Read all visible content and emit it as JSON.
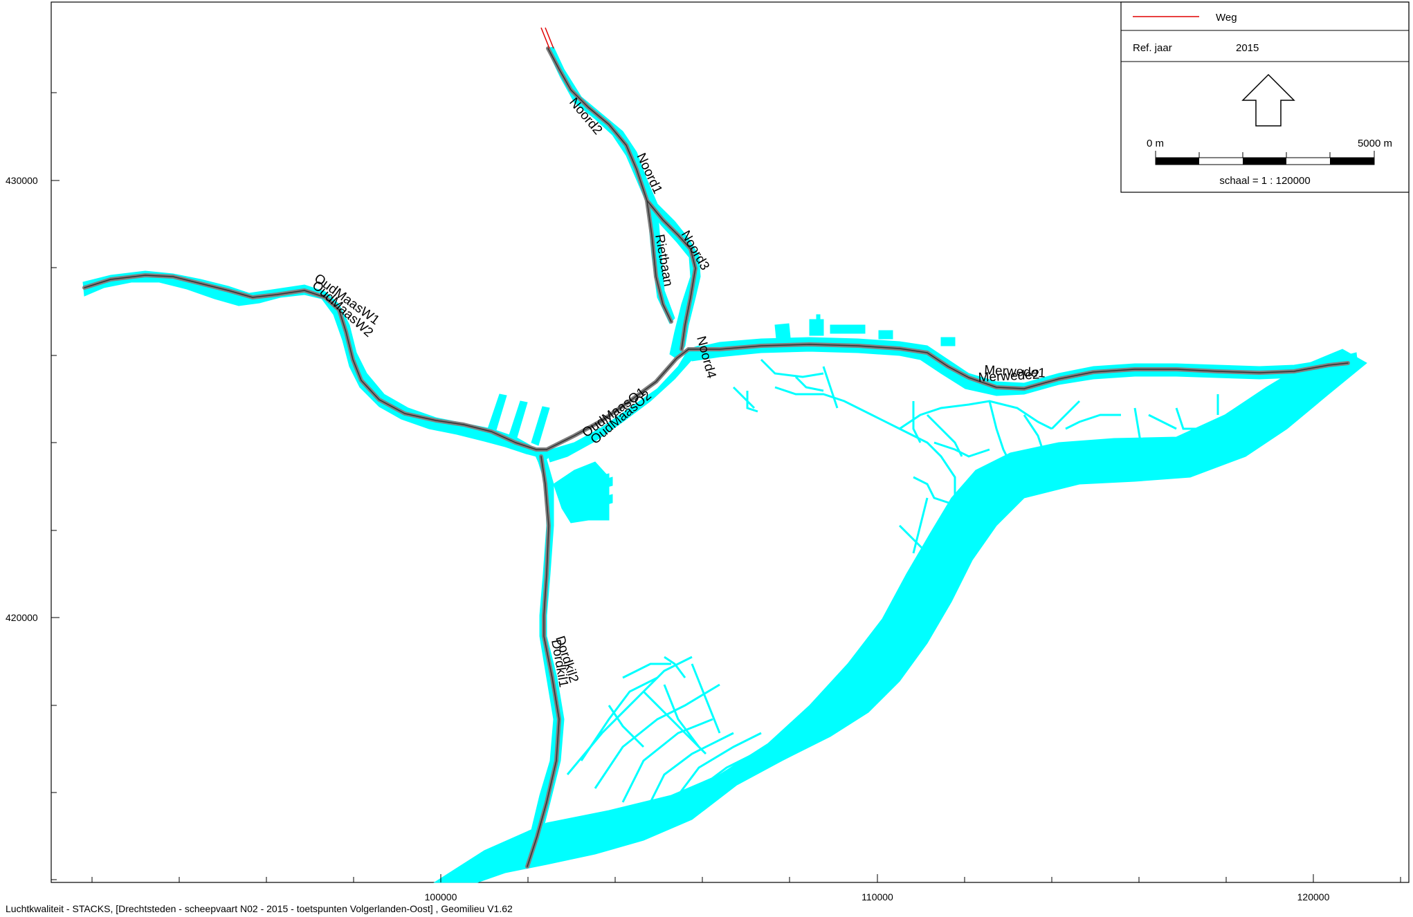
{
  "legend": {
    "route_label": "Weg",
    "route_color": "#e00000",
    "ref_label": "Ref. jaar",
    "ref_value": "2015",
    "scale_start": "0 m",
    "scale_end": "5000 m",
    "scale_text": "schaal = 1 : 120000"
  },
  "axes": {
    "x_ticks": [
      "100000",
      "110000",
      "120000"
    ],
    "y_ticks": [
      "430000",
      "420000"
    ]
  },
  "routes": [
    {
      "label": "Noord2"
    },
    {
      "label": "Noord1"
    },
    {
      "label": "Noord3"
    },
    {
      "label": "Rietbaan"
    },
    {
      "label": "Noord4"
    },
    {
      "label": "OudMaasW1"
    },
    {
      "label": "OudMaasW2"
    },
    {
      "label": "OudMaasO1"
    },
    {
      "label": "OudMaasO2"
    },
    {
      "label": "Merwede1"
    },
    {
      "label": "Merwede2"
    },
    {
      "label": "Dordkil1"
    },
    {
      "label": "Dordkil2"
    }
  ],
  "colors": {
    "water": "#00ffff",
    "route_line": "#808080"
  },
  "footer_text": "Luchtkwaliteit - STACKS, [Drechtsteden - scheepvaart N02 - 2015 - toetspunten Volgerlanden-Oost] , Geomilieu V1.62"
}
